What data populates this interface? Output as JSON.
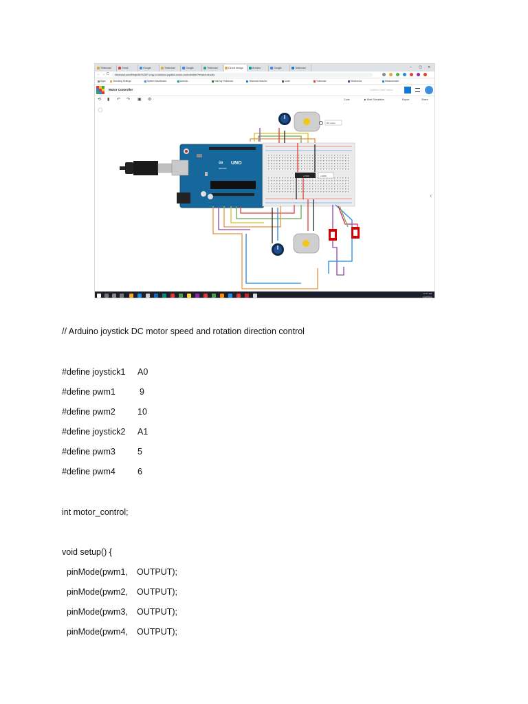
{
  "screenshot": {
    "tabs": [
      {
        "label": "Tinkercad",
        "color": "#e8a33d"
      },
      {
        "label": "Gmail",
        "color": "#d44638"
      },
      {
        "label": "Google",
        "color": "#4285f4"
      },
      {
        "label": "Tinkercad",
        "color": "#e8a33d"
      },
      {
        "label": "Google",
        "color": "#4285f4"
      },
      {
        "label": "Tinkercad",
        "color": "#2ca58d"
      },
      {
        "label": "Circuit design",
        "color": "#e8a33d"
      },
      {
        "label": "Arduino",
        "color": "#00979d"
      },
      {
        "label": "Google",
        "color": "#4285f4"
      },
      {
        "label": "Tinkercad",
        "color": "#1477d1"
      }
    ],
    "window_controls": [
      "–",
      "▢",
      "✕"
    ],
    "nav": [
      "←",
      "→",
      "C"
    ],
    "url": "tinkercad.com/things/8cYk2EP-copy-of-arduino-joystick-motor-control/editel?tenant=circuits",
    "bookmarks": [
      "Apps",
      "Checking Settings",
      "System Dashboard",
      "Arduino",
      "Visit My Tinkercad",
      "Tinkercad Arduino",
      "Code",
      "Tinkercad",
      "Electronics",
      "Measurement"
    ],
    "app_title": "Motor Controller",
    "user_name": "Untitled user name",
    "toolbar": {
      "code": "Code",
      "start": "Start Simulation",
      "export": "Export",
      "share": "Share"
    },
    "labels": {
      "uno": "UNO",
      "ic": "L293D",
      "ic_tag": "L293D",
      "motor_tag": "DC motor",
      "arduino": "ARDUINO"
    },
    "clock": {
      "time": "12:47 AM",
      "date": "11/2/2021"
    }
  },
  "document": {
    "comment": "// Arduino joystick DC motor speed and rotation direction control",
    "defines": [
      {
        "name": "#define joystick1",
        "value": "A0"
      },
      {
        "name": "#define pwm1",
        "value": "9"
      },
      {
        "name": "#define pwm2",
        "value": "10"
      },
      {
        "name": "#define joystick2",
        "value": "A1"
      },
      {
        "name": "#define pwm3",
        "value": "5"
      },
      {
        "name": "#define pwm4",
        "value": "6"
      }
    ],
    "declaration": "int motor_control;",
    "setup_open": "void setup() {",
    "setup_lines": [
      {
        "call": "  pinMode(pwm1,",
        "arg": "OUTPUT);"
      },
      {
        "call": "  pinMode(pwm2,",
        "arg": "OUTPUT);"
      },
      {
        "call": "  pinMode(pwm3,",
        "arg": "OUTPUT);"
      },
      {
        "call": "  pinMode(pwm4,",
        "arg": "OUTPUT);"
      }
    ]
  }
}
